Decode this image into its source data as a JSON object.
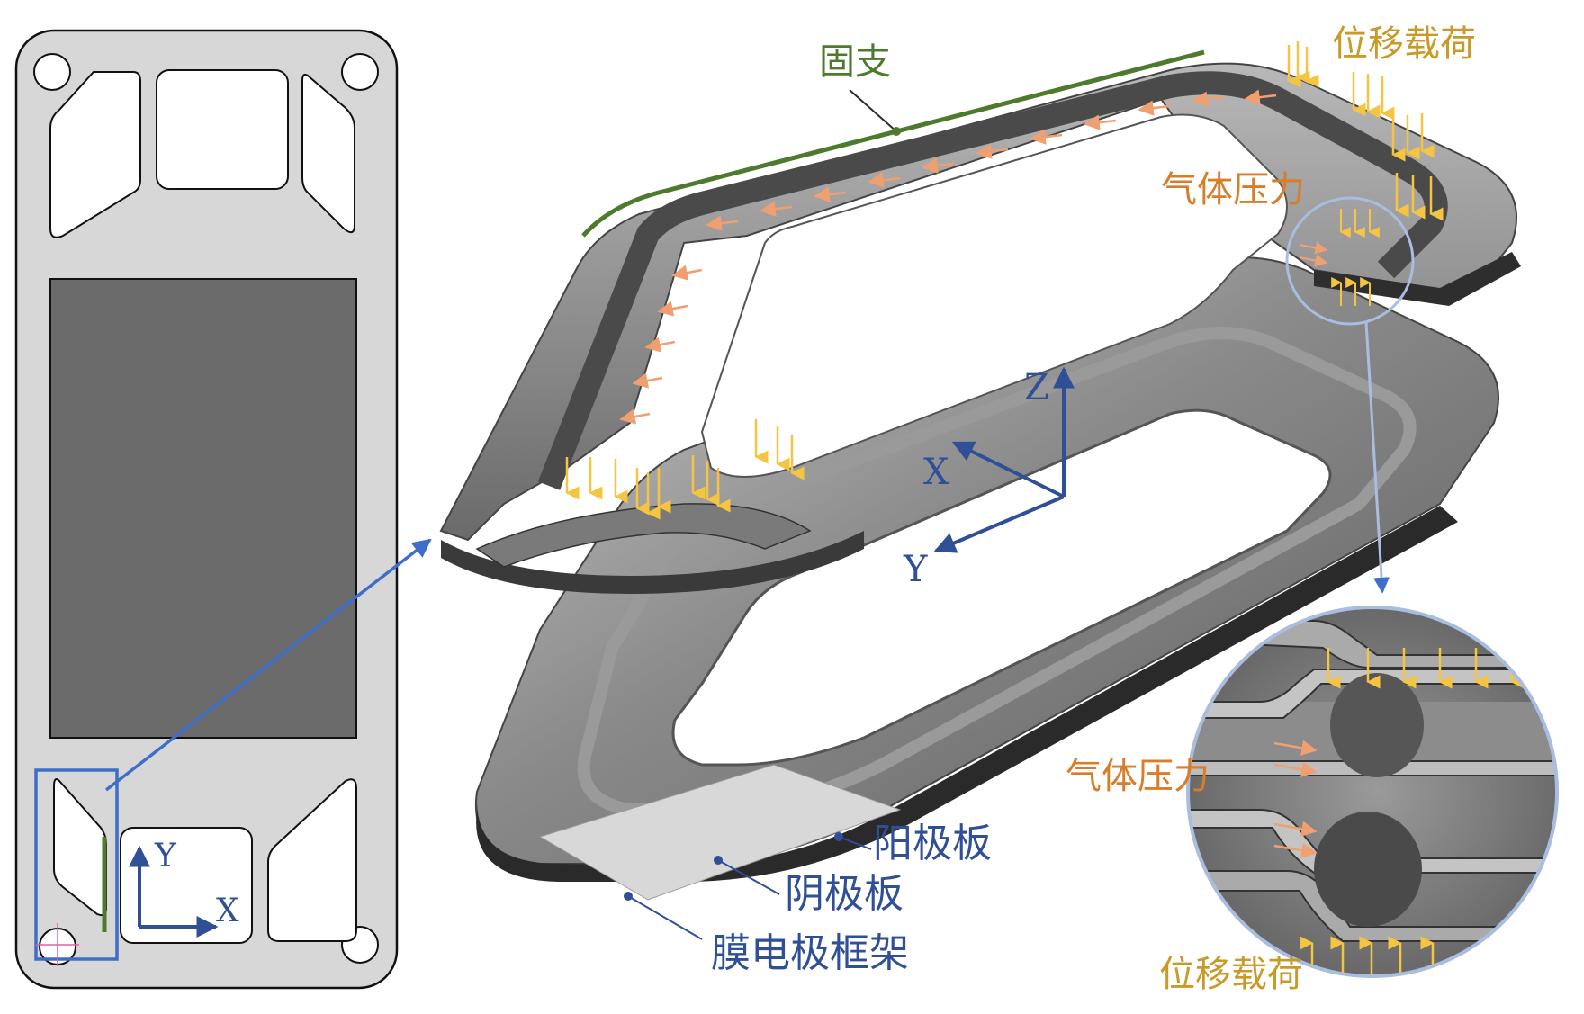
{
  "labels": {
    "fixed_support": "固支",
    "displacement_load_top": "位移载荷",
    "gas_pressure_top": "气体压力",
    "gas_pressure_inset": "气体压力",
    "displacement_load_bottom": "位移载荷",
    "anode_plate": "阳极板",
    "cathode_plate": "阴极板",
    "mea_frame": "膜电极框架"
  },
  "axes_3d": {
    "x": "X",
    "y": "Y",
    "z": "Z"
  },
  "axes_2d": {
    "x": "X",
    "y": "Y"
  },
  "colors": {
    "green_support": "#4e7a2e",
    "yellow_arrow": "#f5c542",
    "orange_arrow": "#f0a070",
    "blue_axis": "#2f4f96",
    "callout_blue": "#3d6ec9",
    "inset_circle": "#a8bde0",
    "label_orange": "#d97d28",
    "label_gold": "#c99a28",
    "label_green": "#4e7a2e",
    "label_blue": "#2f4f96",
    "plate_grey": "#6e6e6e",
    "panel_grey": "#d7d7d7",
    "active_area": "#6b6b6b"
  },
  "icons": [
    "origin-crosshair-icon"
  ]
}
